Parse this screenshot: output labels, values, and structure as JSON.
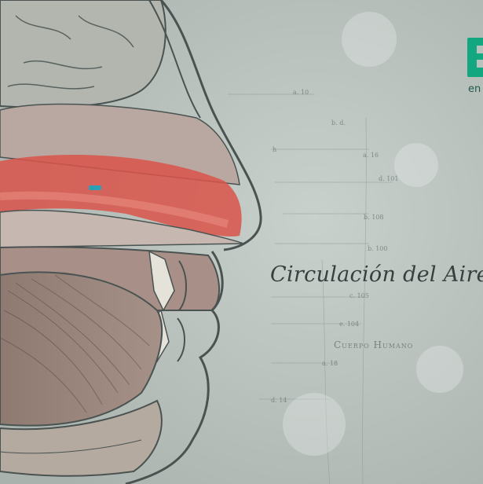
{
  "title": "Circulación del Aire",
  "subtitle": "Cuerpo Humano",
  "logo": {
    "text": "en"
  },
  "faint_labels": [
    {
      "name": "label-a-10",
      "text": "a. 10"
    },
    {
      "name": "label-b-m",
      "text": "b. d."
    },
    {
      "name": "label-h",
      "text": "h"
    },
    {
      "name": "label-a-16",
      "text": "a. 16"
    },
    {
      "name": "label-d-101",
      "text": "d. 101"
    },
    {
      "name": "label-b-108",
      "text": "b. 108"
    },
    {
      "name": "label-b-100",
      "text": "b. 100"
    },
    {
      "name": "label-g-105",
      "text": "c. 105"
    },
    {
      "name": "label-e-104",
      "text": "e. 104"
    },
    {
      "name": "label-a-18",
      "text": "a. 18"
    },
    {
      "name": "label-d-14",
      "text": "d. 14"
    }
  ],
  "colors": {
    "background": "#b9c2bd",
    "airway_red": "#d9534a",
    "brand_green": "#12a77f",
    "line_ink": "#4a5351"
  }
}
